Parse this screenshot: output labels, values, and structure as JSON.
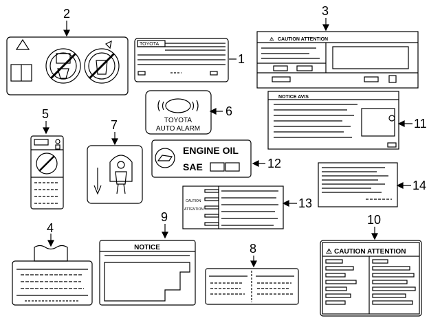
{
  "callouts": [
    "1",
    "2",
    "3",
    "4",
    "5",
    "6",
    "7",
    "8",
    "9",
    "10",
    "11",
    "12",
    "13",
    "14"
  ],
  "labels": {
    "toyota_plate": "TOYOTA",
    "caution_attention": "CAUTION   ATTENTION",
    "notice_avis": "NOTICE  AVIS",
    "alarm_line1": "TOYOTA",
    "alarm_line2": "AUTO ALARM",
    "engine_oil": "ENGINE OIL",
    "sae": "SAE",
    "caution_13": "CAUTION",
    "attention_13": "ATTENTION",
    "notice_9": "NOTICE",
    "caution_attention_10": "CAUTION  ATTENTION",
    "warning_symbol": "⚠"
  },
  "colors": {
    "line": "#000000",
    "paper": "#ffffff"
  }
}
